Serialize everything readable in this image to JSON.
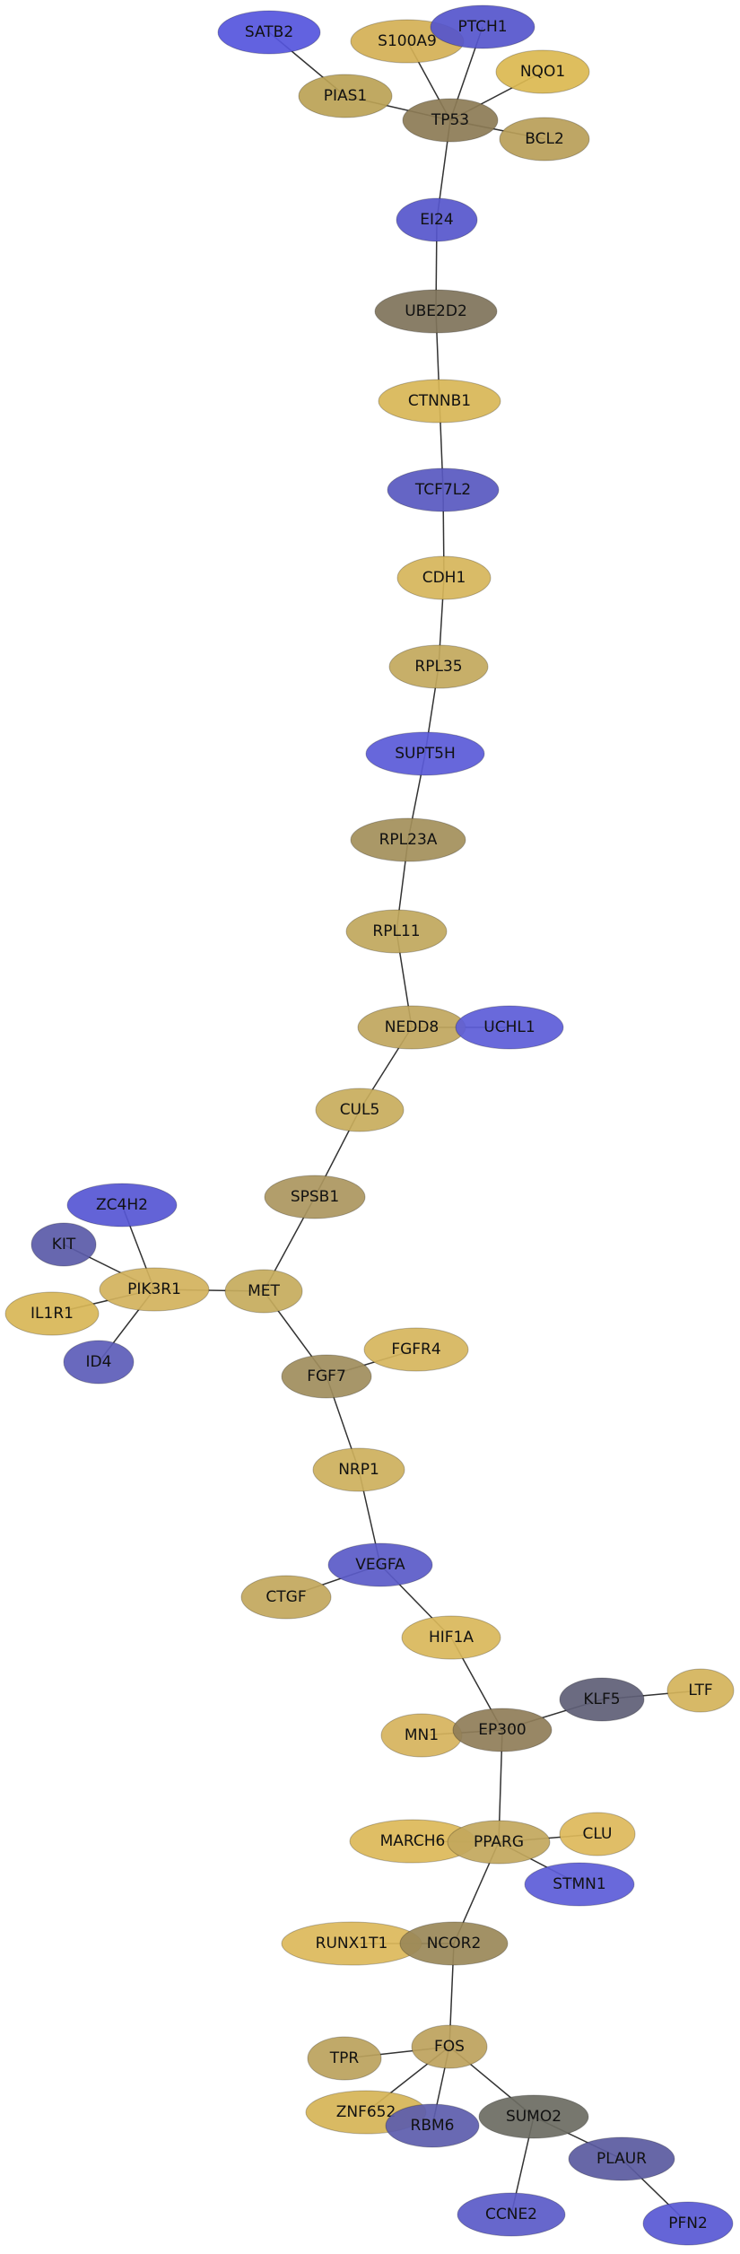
{
  "nodes": [
    {
      "id": "SATB2",
      "label": "SATB2",
      "color": "#5555dd"
    },
    {
      "id": "S100A9",
      "label": "S100A9",
      "color": "#d4b055"
    },
    {
      "id": "PTCH1",
      "label": "PTCH1",
      "color": "#5555cc"
    },
    {
      "id": "NQO1",
      "label": "NQO1",
      "color": "#dbb850"
    },
    {
      "id": "PIAS1",
      "label": "PIAS1",
      "color": "#bba255"
    },
    {
      "id": "TP53",
      "label": "TP53",
      "color": "#8c7b55"
    },
    {
      "id": "BCL2",
      "label": "BCL2",
      "color": "#b89e58"
    },
    {
      "id": "EI24",
      "label": "EI24",
      "color": "#5656cc"
    },
    {
      "id": "UBE2D2",
      "label": "UBE2D2",
      "color": "#7f735a"
    },
    {
      "id": "CTNNB1",
      "label": "CTNNB1",
      "color": "#d8b656"
    },
    {
      "id": "TCF7L2",
      "label": "TCF7L2",
      "color": "#5858c0"
    },
    {
      "id": "CDH1",
      "label": "CDH1",
      "color": "#d6b55a"
    },
    {
      "id": "RPL35",
      "label": "RPL35",
      "color": "#c2a85c"
    },
    {
      "id": "SUPT5H",
      "label": "SUPT5H",
      "color": "#5a5ad8"
    },
    {
      "id": "RPL23A",
      "label": "RPL23A",
      "color": "#a38f5a"
    },
    {
      "id": "RPL11",
      "label": "RPL11",
      "color": "#c0a75c"
    },
    {
      "id": "NEDD8",
      "label": "NEDD8",
      "color": "#c0a65d"
    },
    {
      "id": "UCHL1",
      "label": "UCHL1",
      "color": "#5c5cd8"
    },
    {
      "id": "CUL5",
      "label": "CUL5",
      "color": "#c8ad5c"
    },
    {
      "id": "SPSB1",
      "label": "SPSB1",
      "color": "#ab965e"
    },
    {
      "id": "ZC4H2",
      "label": "ZC4H2",
      "color": "#5656d4"
    },
    {
      "id": "KIT",
      "label": "KIT",
      "color": "#5a5aa8"
    },
    {
      "id": "PIK3R1",
      "label": "PIK3R1",
      "color": "#d2b25c"
    },
    {
      "id": "MET",
      "label": "MET",
      "color": "#c6ab5c"
    },
    {
      "id": "IL1R1",
      "label": "IL1R1",
      "color": "#d8b656"
    },
    {
      "id": "ID4",
      "label": "ID4",
      "color": "#5c5cb8"
    },
    {
      "id": "FGFR4",
      "label": "FGFR4",
      "color": "#d6b55c"
    },
    {
      "id": "FGF7",
      "label": "FGF7",
      "color": "#9f8d5c"
    },
    {
      "id": "NRP1",
      "label": "NRP1",
      "color": "#cdb05c"
    },
    {
      "id": "VEGFA",
      "label": "VEGFA",
      "color": "#5a5ac8"
    },
    {
      "id": "CTGF",
      "label": "CTGF",
      "color": "#c2a75c"
    },
    {
      "id": "HIF1A",
      "label": "HIF1A",
      "color": "#d9b75a"
    },
    {
      "id": "KLF5",
      "label": "KLF5",
      "color": "#5e5e76"
    },
    {
      "id": "LTF",
      "label": "LTF",
      "color": "#d4b35a"
    },
    {
      "id": "MN1",
      "label": "MN1",
      "color": "#d6b35c"
    },
    {
      "id": "EP300",
      "label": "EP300",
      "color": "#8f7d58"
    },
    {
      "id": "MARCH6",
      "label": "MARCH6",
      "color": "#dcb858"
    },
    {
      "id": "PPARG",
      "label": "PPARG",
      "color": "#c2a75c"
    },
    {
      "id": "CLU",
      "label": "CLU",
      "color": "#ddb95a"
    },
    {
      "id": "STMN1",
      "label": "STMN1",
      "color": "#5c5cd8"
    },
    {
      "id": "RUNX1T1",
      "label": "RUNX1T1",
      "color": "#dcb85a"
    },
    {
      "id": "NCOR2",
      "label": "NCOR2",
      "color": "#9a8858"
    },
    {
      "id": "FOS",
      "label": "FOS",
      "color": "#bda25c"
    },
    {
      "id": "TPR",
      "label": "TPR",
      "color": "#bba25c"
    },
    {
      "id": "ZNF652",
      "label": "ZNF652",
      "color": "#d6b456"
    },
    {
      "id": "RBM6",
      "label": "RBM6",
      "color": "#5c5cac"
    },
    {
      "id": "SUMO2",
      "label": "SUMO2",
      "color": "#6b6b62"
    },
    {
      "id": "PLAUR",
      "label": "PLAUR",
      "color": "#5a5aa0"
    },
    {
      "id": "CCNE2",
      "label": "CCNE2",
      "color": "#5a5ac8"
    },
    {
      "id": "PFN2",
      "label": "PFN2",
      "color": "#5858d4"
    }
  ],
  "edges": [
    [
      "SATB2",
      "PIAS1"
    ],
    [
      "PIAS1",
      "TP53"
    ],
    [
      "S100A9",
      "TP53"
    ],
    [
      "PTCH1",
      "TP53"
    ],
    [
      "NQO1",
      "TP53"
    ],
    [
      "BCL2",
      "TP53"
    ],
    [
      "TP53",
      "EI24"
    ],
    [
      "EI24",
      "UBE2D2"
    ],
    [
      "UBE2D2",
      "CTNNB1"
    ],
    [
      "CTNNB1",
      "TCF7L2"
    ],
    [
      "TCF7L2",
      "CDH1"
    ],
    [
      "CDH1",
      "RPL35"
    ],
    [
      "RPL35",
      "SUPT5H"
    ],
    [
      "SUPT5H",
      "RPL23A"
    ],
    [
      "RPL23A",
      "RPL11"
    ],
    [
      "RPL11",
      "NEDD8"
    ],
    [
      "NEDD8",
      "UCHL1"
    ],
    [
      "NEDD8",
      "CUL5"
    ],
    [
      "CUL5",
      "SPSB1"
    ],
    [
      "SPSB1",
      "MET"
    ],
    [
      "ZC4H2",
      "PIK3R1"
    ],
    [
      "KIT",
      "PIK3R1"
    ],
    [
      "IL1R1",
      "PIK3R1"
    ],
    [
      "ID4",
      "PIK3R1"
    ],
    [
      "PIK3R1",
      "MET"
    ],
    [
      "MET",
      "FGF7"
    ],
    [
      "FGFR4",
      "FGF7"
    ],
    [
      "FGF7",
      "NRP1"
    ],
    [
      "NRP1",
      "VEGFA"
    ],
    [
      "VEGFA",
      "CTGF"
    ],
    [
      "VEGFA",
      "HIF1A"
    ],
    [
      "HIF1A",
      "EP300"
    ],
    [
      "KLF5",
      "EP300"
    ],
    [
      "KLF5",
      "LTF"
    ],
    [
      "MN1",
      "EP300"
    ],
    [
      "EP300",
      "PPARG"
    ],
    [
      "MARCH6",
      "PPARG"
    ],
    [
      "CLU",
      "PPARG"
    ],
    [
      "STMN1",
      "PPARG"
    ],
    [
      "PPARG",
      "NCOR2"
    ],
    [
      "RUNX1T1",
      "NCOR2"
    ],
    [
      "NCOR2",
      "FOS"
    ],
    [
      "TPR",
      "FOS"
    ],
    [
      "FOS",
      "ZNF652"
    ],
    [
      "FOS",
      "RBM6"
    ],
    [
      "FOS",
      "SUMO2"
    ],
    [
      "SUMO2",
      "PLAUR"
    ],
    [
      "SUMO2",
      "CCNE2"
    ],
    [
      "PLAUR",
      "PFN2"
    ]
  ]
}
